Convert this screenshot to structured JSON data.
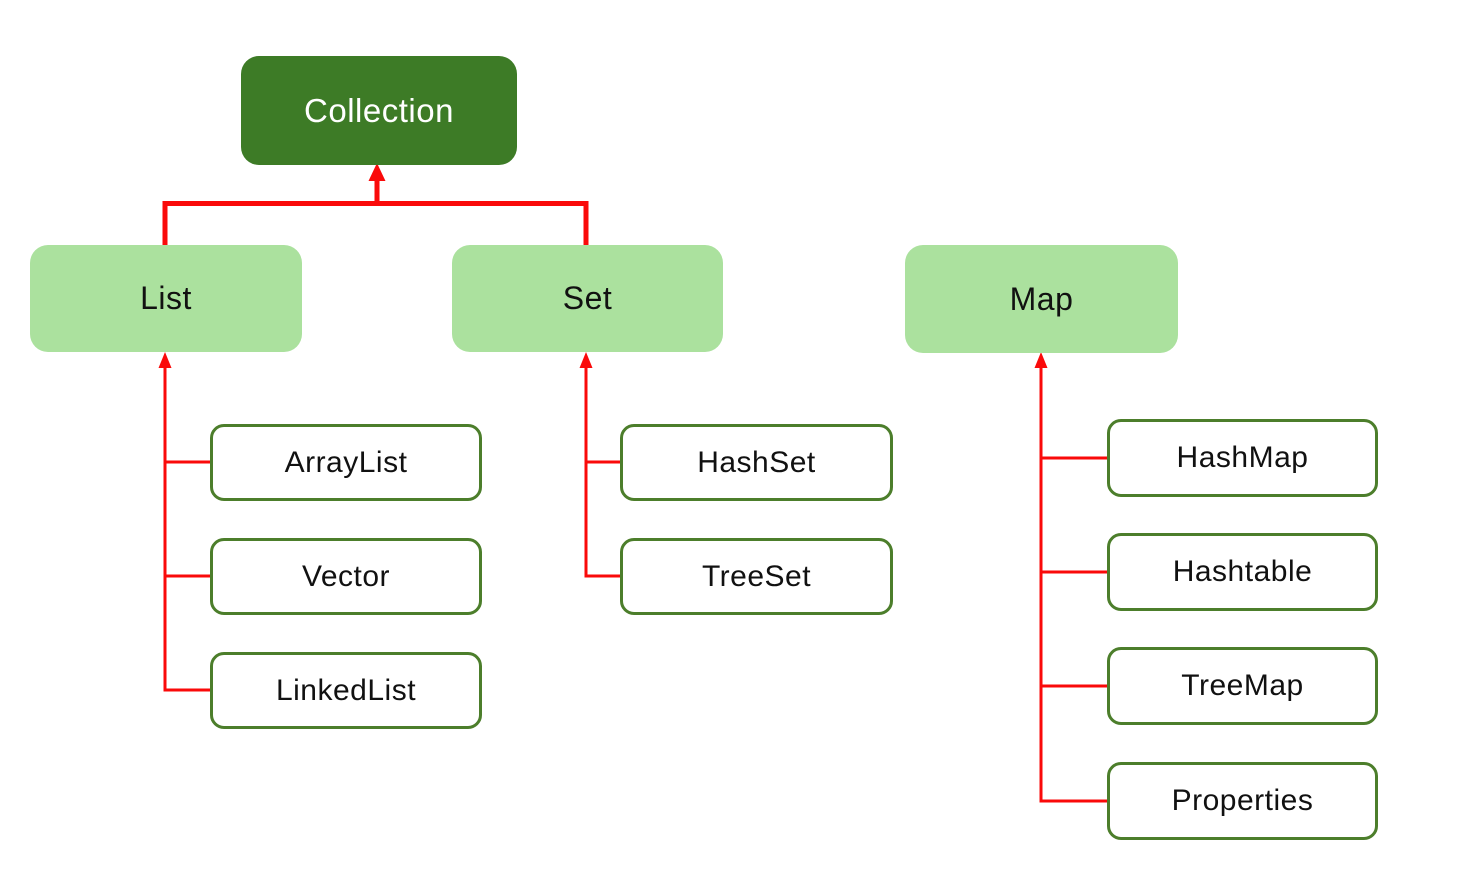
{
  "diagram": {
    "root": {
      "label": "Collection"
    },
    "groups": [
      {
        "label": "List",
        "children": [
          "ArrayList",
          "Vector",
          "LinkedList"
        ]
      },
      {
        "label": "Set",
        "children": [
          "HashSet",
          "TreeSet"
        ]
      },
      {
        "label": "Map",
        "children": [
          "HashMap",
          "Hashtable",
          "TreeMap",
          "Properties"
        ]
      }
    ],
    "colors": {
      "canvas_bg": "#ffffff",
      "root_fill": "#3d7b26",
      "root_text": "#ffffff",
      "group_fill": "#abe19e",
      "child_fill": "#ffffff",
      "child_border": "#4c7e2b",
      "label_text": "#111111",
      "connector": "#fa0a0a"
    }
  }
}
